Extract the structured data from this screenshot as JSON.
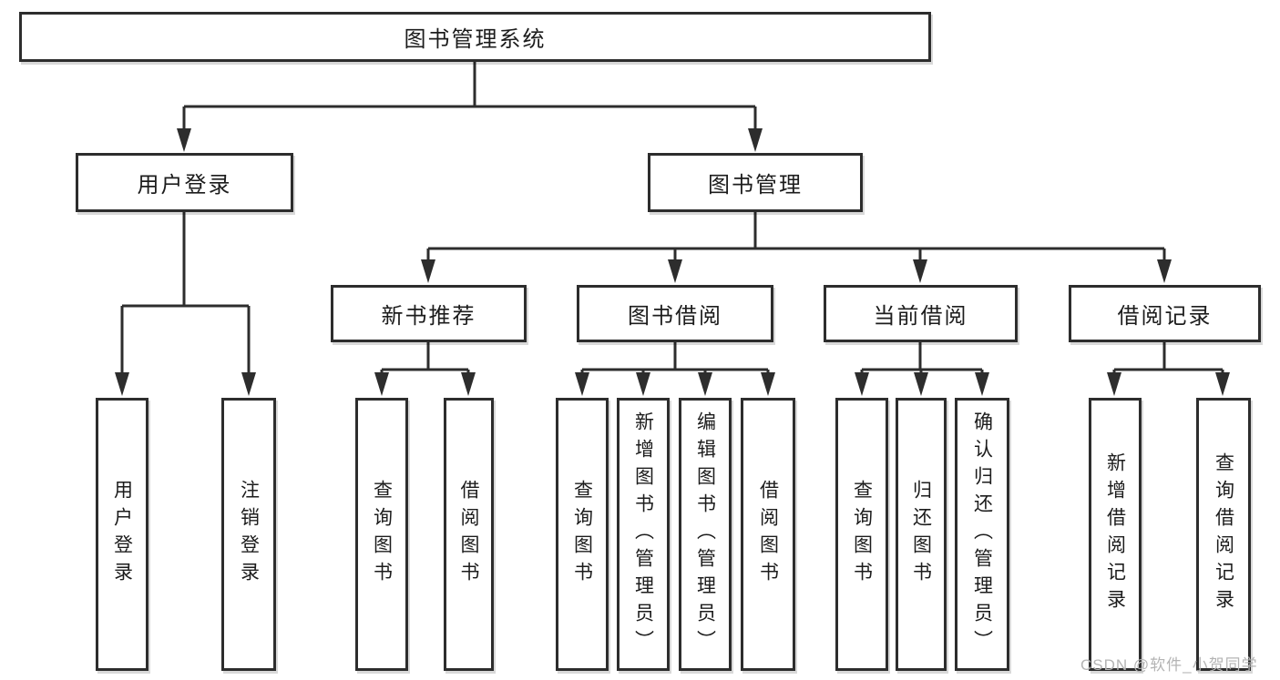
{
  "tree": {
    "root": {
      "label": "图书管理系统"
    },
    "branches": [
      {
        "label": "用户登录",
        "children": [
          {
            "label": "用户登录"
          },
          {
            "label": "注销登录"
          }
        ]
      },
      {
        "label": "图书管理",
        "children": [
          {
            "label": "新书推荐",
            "children": [
              {
                "label": "查询图书"
              },
              {
                "label": "借阅图书"
              }
            ]
          },
          {
            "label": "图书借阅",
            "children": [
              {
                "label": "查询图书"
              },
              {
                "label": "新增图书（管理员）"
              },
              {
                "label": "编辑图书（管理员）"
              },
              {
                "label": "借阅图书"
              }
            ]
          },
          {
            "label": "当前借阅",
            "children": [
              {
                "label": "查询图书"
              },
              {
                "label": "归还图书"
              },
              {
                "label": "确认归还（管理员）"
              }
            ]
          },
          {
            "label": "借阅记录",
            "children": [
              {
                "label": "新增借阅记录"
              },
              {
                "label": "查询借阅记录"
              }
            ]
          }
        ]
      }
    ]
  },
  "watermark": {
    "text": "CSDN @软件_小贺同学"
  },
  "colors": {
    "line": "#2d2d2d",
    "border": "#2d2d2d",
    "text": "#1c1c1c",
    "watermark": "#b4b4b4",
    "background": "#ffffff"
  }
}
